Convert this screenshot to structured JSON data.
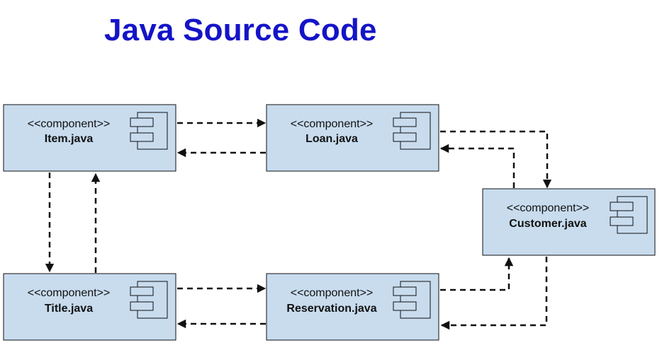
{
  "title": "Java Source Code",
  "components": [
    {
      "id": "item",
      "stereotype": "<<component>>",
      "name": "Item.java"
    },
    {
      "id": "loan",
      "stereotype": "<<component>>",
      "name": "Loan.java"
    },
    {
      "id": "customer",
      "stereotype": "<<component>>",
      "name": "Customer.java"
    },
    {
      "id": "title",
      "stereotype": "<<component>>",
      "name": "Title.java"
    },
    {
      "id": "reservation",
      "stereotype": "<<component>>",
      "name": "Reservation.java"
    }
  ],
  "dependencies": [
    {
      "from": "Item.java",
      "to": "Loan.java"
    },
    {
      "from": "Loan.java",
      "to": "Item.java"
    },
    {
      "from": "Item.java",
      "to": "Title.java"
    },
    {
      "from": "Title.java",
      "to": "Item.java"
    },
    {
      "from": "Loan.java",
      "to": "Customer.java"
    },
    {
      "from": "Customer.java",
      "to": "Loan.java"
    },
    {
      "from": "Title.java",
      "to": "Reservation.java"
    },
    {
      "from": "Reservation.java",
      "to": "Title.java"
    },
    {
      "from": "Reservation.java",
      "to": "Customer.java"
    },
    {
      "from": "Customer.java",
      "to": "Reservation.java"
    }
  ],
  "colors": {
    "title": "#1414c8",
    "component_fill": "#c8dcee",
    "line": "#111111"
  }
}
